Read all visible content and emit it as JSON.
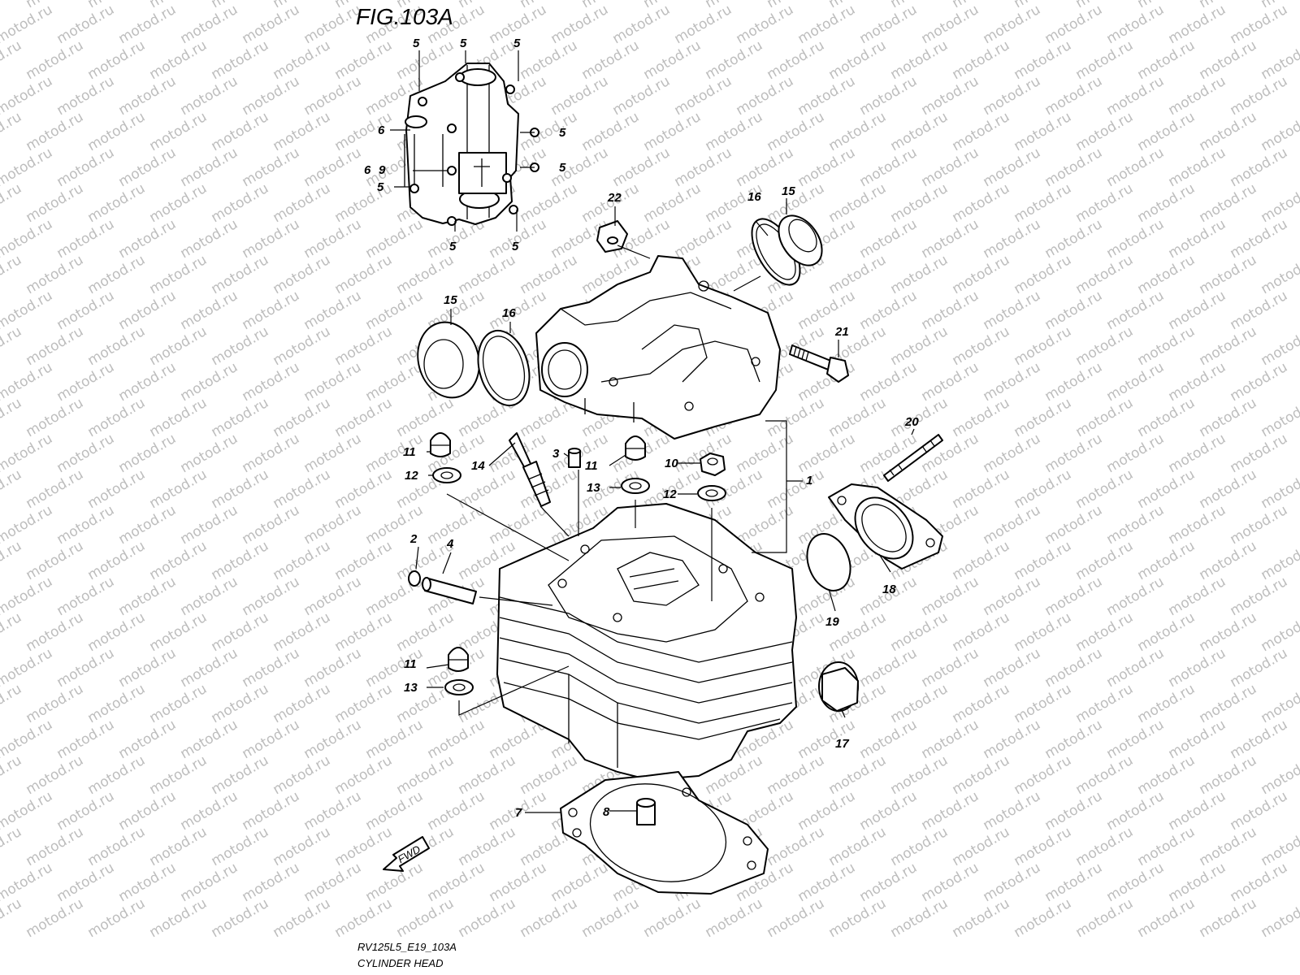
{
  "figure": {
    "title": "FIG.103A",
    "caption_code": "RV125L5_E19_103A",
    "caption_name": "CYLINDER HEAD",
    "watermark": "motod.ru",
    "fwd_label": "FWD"
  },
  "callouts": {
    "c1": "1",
    "c2": "2",
    "c3": "3",
    "c4": "4",
    "c5a": "5",
    "c5b": "5",
    "c5c": "5",
    "c5d": "5",
    "c5e": "5",
    "c5f": "5",
    "c5g": "5",
    "c5h": "5",
    "c6a": "6",
    "c6b": "6",
    "c7": "7",
    "c8": "8",
    "c9": "9",
    "c10": "10",
    "c11a": "11",
    "c11b": "11",
    "c11c": "11",
    "c12a": "12",
    "c12b": "12",
    "c13a": "13",
    "c13b": "13",
    "c14": "14",
    "c15a": "15",
    "c15b": "15",
    "c16a": "16",
    "c16b": "16",
    "c17": "17",
    "c18": "18",
    "c19": "19",
    "c20": "20",
    "c21": "21",
    "c22": "22"
  }
}
